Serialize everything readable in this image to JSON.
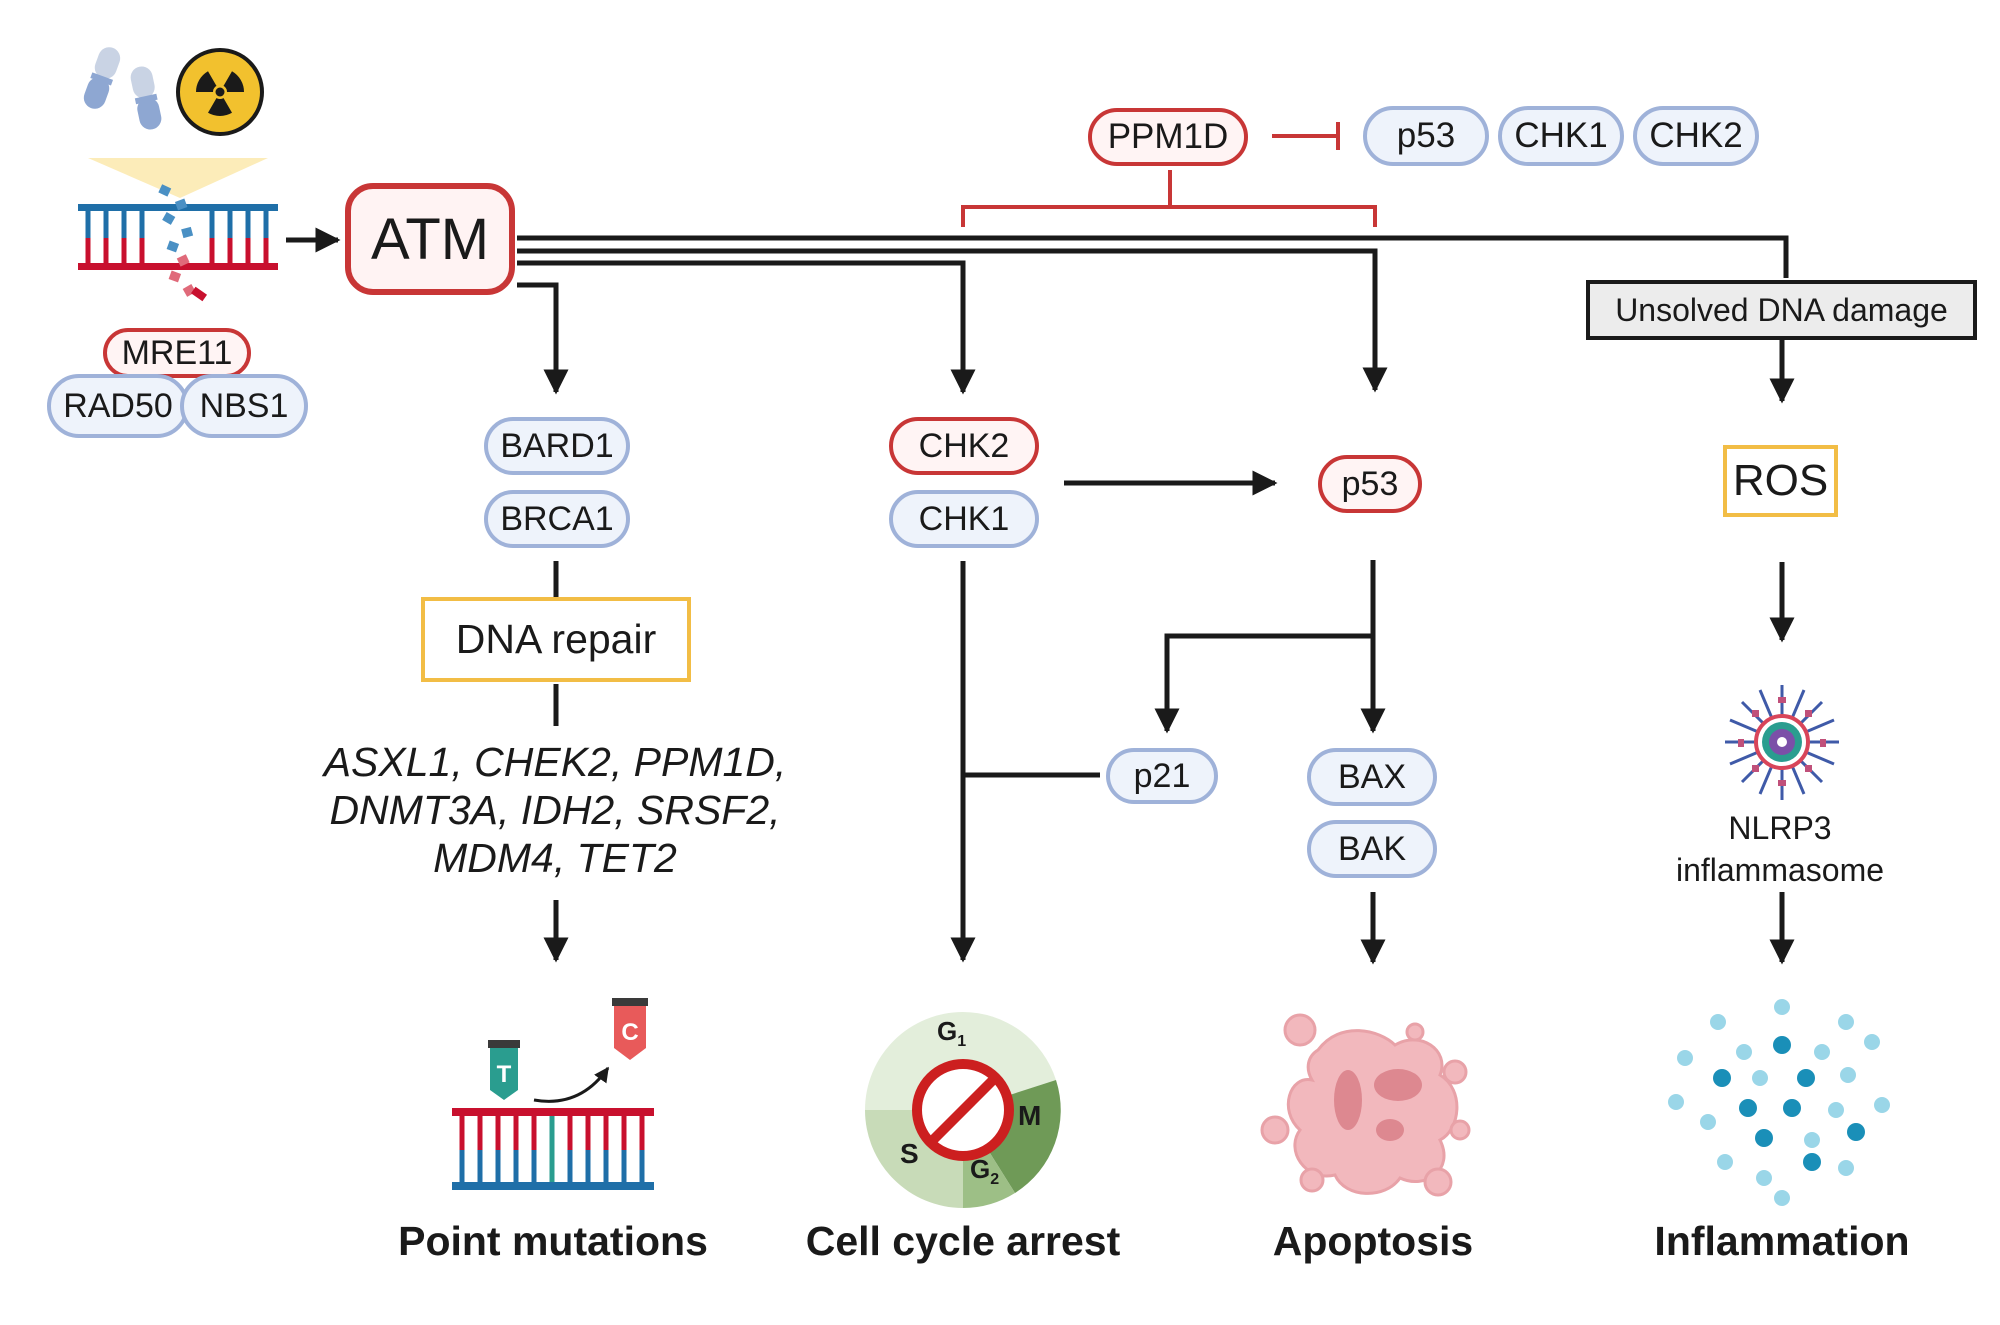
{
  "diagram": {
    "center_node": "ATM",
    "mrn_complex": {
      "top": "MRE11",
      "left": "RAD50",
      "right": "NBS1"
    },
    "ppm1d_inhibition": {
      "regulator": "PPM1D",
      "targets": [
        "p53",
        "CHK1",
        "CHK2"
      ]
    },
    "branches": {
      "repair": {
        "proteins": [
          "BARD1",
          "BRCA1"
        ],
        "process": "DNA repair",
        "genes_lines": [
          "ASXL1, CHEK2, PPM1D,",
          "DNMT3A, IDH2, SRSF2,",
          "MDM4, TET2"
        ],
        "outcome": "Point mutations",
        "mutation_from": "T",
        "mutation_to": "C"
      },
      "checkpoint": {
        "proteins": [
          "CHK2",
          "CHK1"
        ],
        "inhibitor": "p21",
        "outcome": "Cell cycle arrest",
        "phases": {
          "g1": "G",
          "g1_sub": "1",
          "m": "M",
          "g2": "G",
          "g2_sub": "2",
          "s": "S"
        }
      },
      "apoptosis": {
        "regulator": "p53",
        "proteins": [
          "BAX",
          "BAK"
        ],
        "outcome": "Apoptosis"
      },
      "inflammation": {
        "trigger": "Unsolved DNA damage",
        "mediator": "ROS",
        "complex_lines": [
          "NLRP3",
          "inflammasome"
        ],
        "outcome": "Inflammation"
      }
    }
  },
  "colors": {
    "red": "#c83636",
    "blue_border": "#9fb2d9",
    "blue_fill": "#eef3fb",
    "yellow": "#f2bd45",
    "dna_red": "#c8102e",
    "dna_blue": "#1f6fa8",
    "teal": "#2a9d8f",
    "arrow": "#1a1a1a"
  }
}
